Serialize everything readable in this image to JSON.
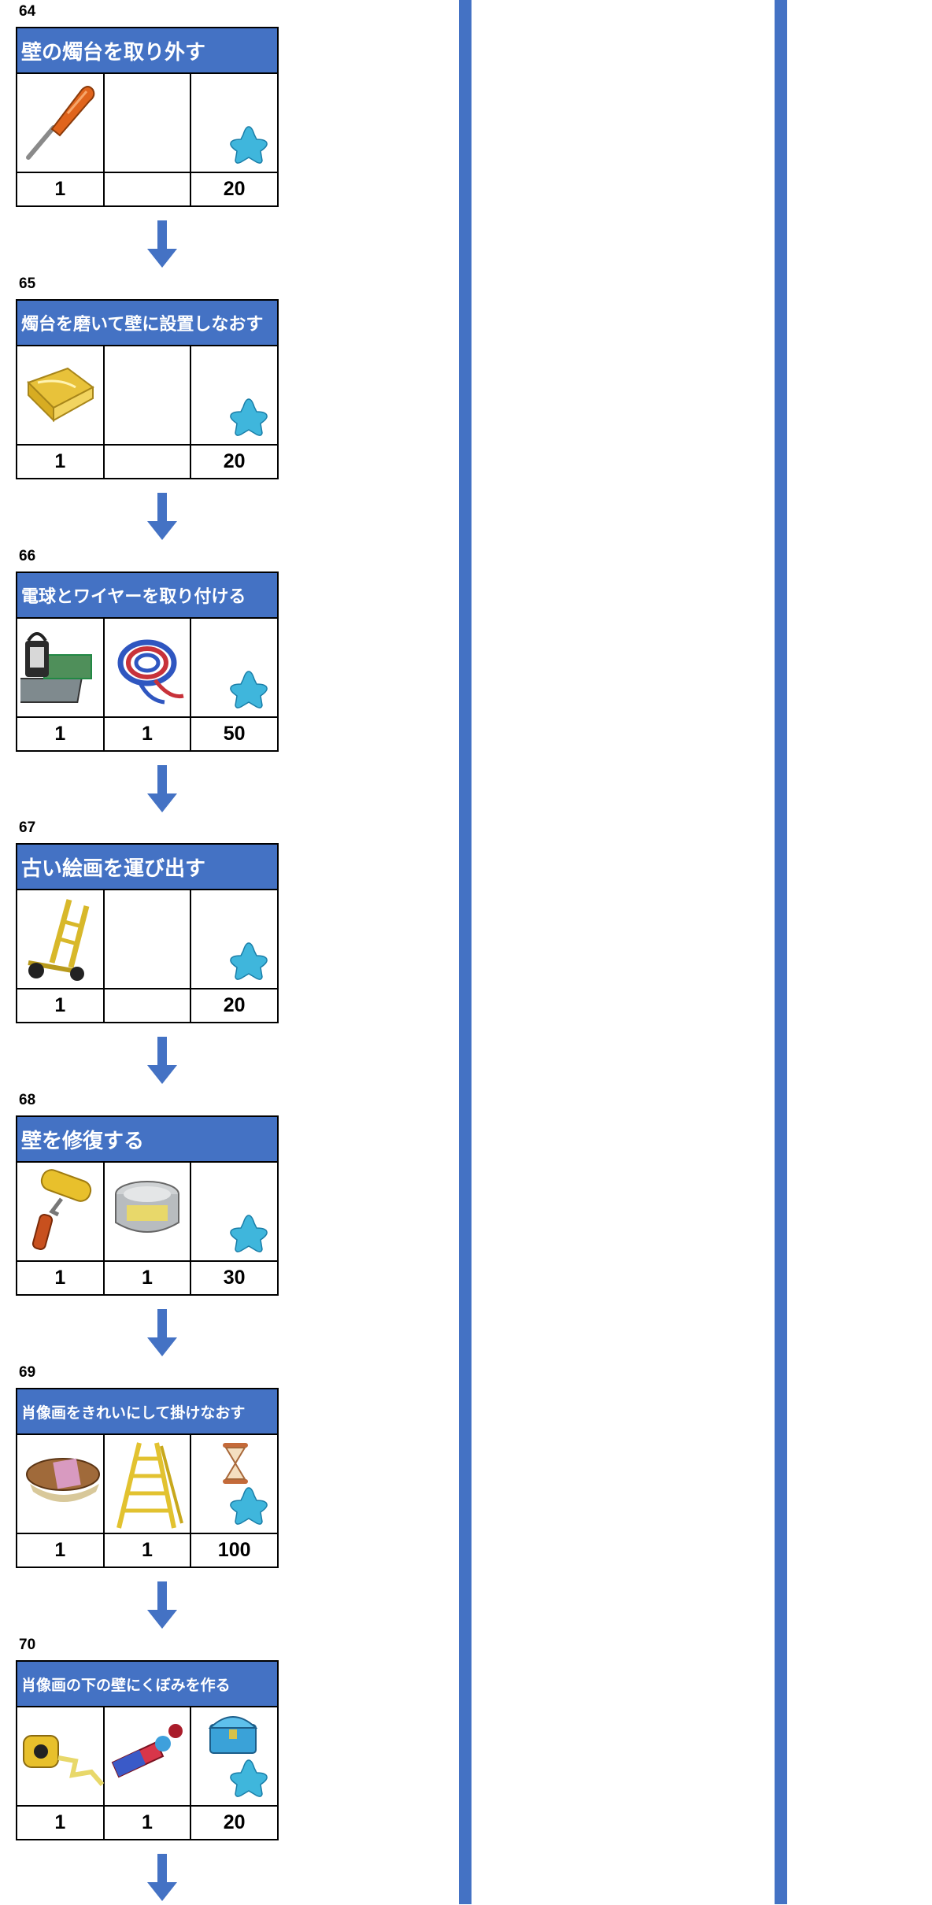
{
  "colors": {
    "accent": "#4472c4",
    "star": "#3fb6dc"
  },
  "steps": [
    {
      "num": "64",
      "title": "壁の燭台を取り外す",
      "size": "l",
      "items": [
        "screwdriver-icon",
        ""
      ],
      "qty": [
        "1",
        "",
        "20"
      ],
      "extra": ""
    },
    {
      "num": "65",
      "title": "燭台を磨いて壁に設置しなおす",
      "size": "m",
      "items": [
        "cloth-icon",
        ""
      ],
      "qty": [
        "1",
        "",
        "20"
      ],
      "extra": ""
    },
    {
      "num": "66",
      "title": "電球とワイヤーを取り付ける",
      "size": "m",
      "items": [
        "lamp-toolbox-icon",
        "wire-coil-icon"
      ],
      "qty": [
        "1",
        "1",
        "50"
      ],
      "extra": ""
    },
    {
      "num": "67",
      "title": "古い絵画を運び出す",
      "size": "l",
      "items": [
        "hand-truck-icon",
        ""
      ],
      "qty": [
        "1",
        "",
        "20"
      ],
      "extra": ""
    },
    {
      "num": "68",
      "title": "壁を修復する",
      "size": "l",
      "items": [
        "paint-roller-icon",
        "paint-can-icon"
      ],
      "qty": [
        "1",
        "1",
        "30"
      ],
      "extra": ""
    },
    {
      "num": "69",
      "title": "肖像画をきれいにして掛けなおす",
      "size": "s",
      "items": [
        "brush-icon",
        "ladder-icon"
      ],
      "qty": [
        "1",
        "1",
        "100"
      ],
      "extra": "hourglass-icon"
    },
    {
      "num": "70",
      "title": "肖像画の下の壁にくぼみを作る",
      "size": "s",
      "items": [
        "tape-measure-icon",
        "glue-tube-icon"
      ],
      "qty": [
        "1",
        "1",
        "20"
      ],
      "extra": "chest-icon"
    }
  ]
}
